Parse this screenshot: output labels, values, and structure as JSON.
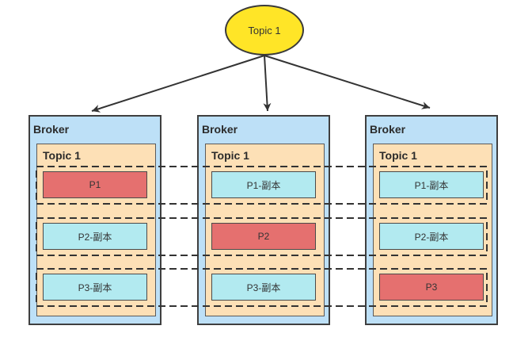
{
  "topic_node": {
    "label": "Topic 1",
    "color": "#ffe527"
  },
  "brokers": [
    {
      "label": "Broker",
      "topic_label": "Topic 1",
      "partitions": [
        {
          "label": "P1",
          "role": "leader"
        },
        {
          "label": "P2-副本",
          "role": "replica"
        },
        {
          "label": "P3-副本",
          "role": "replica"
        }
      ]
    },
    {
      "label": "Broker",
      "topic_label": "Topic 1",
      "partitions": [
        {
          "label": "P1-副本",
          "role": "replica"
        },
        {
          "label": "P2",
          "role": "leader"
        },
        {
          "label": "P3-副本",
          "role": "replica"
        }
      ]
    },
    {
      "label": "Broker",
      "topic_label": "Topic 1",
      "partitions": [
        {
          "label": "P1-副本",
          "role": "replica"
        },
        {
          "label": "P2-副本",
          "role": "replica"
        },
        {
          "label": "P3",
          "role": "leader"
        }
      ]
    }
  ],
  "colors": {
    "broker_fill": "#bde0f7",
    "topic_fill": "#fde0b6",
    "leader_fill": "#e5706f",
    "replica_fill": "#b2eaf0",
    "node_fill": "#ffe527"
  }
}
